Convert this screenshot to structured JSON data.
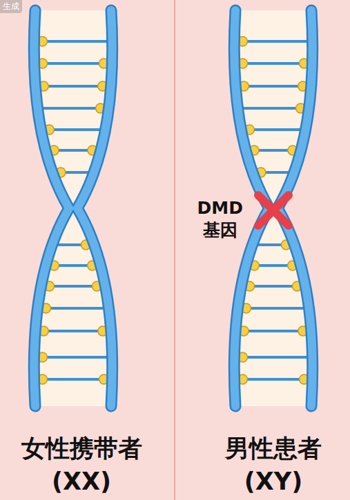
{
  "diagram": {
    "labels": [
      "生成",
      "DMD 基因",
      "女性携带者",
      "(XX)",
      "男性患者",
      "(XY)"
    ]
  }
}
